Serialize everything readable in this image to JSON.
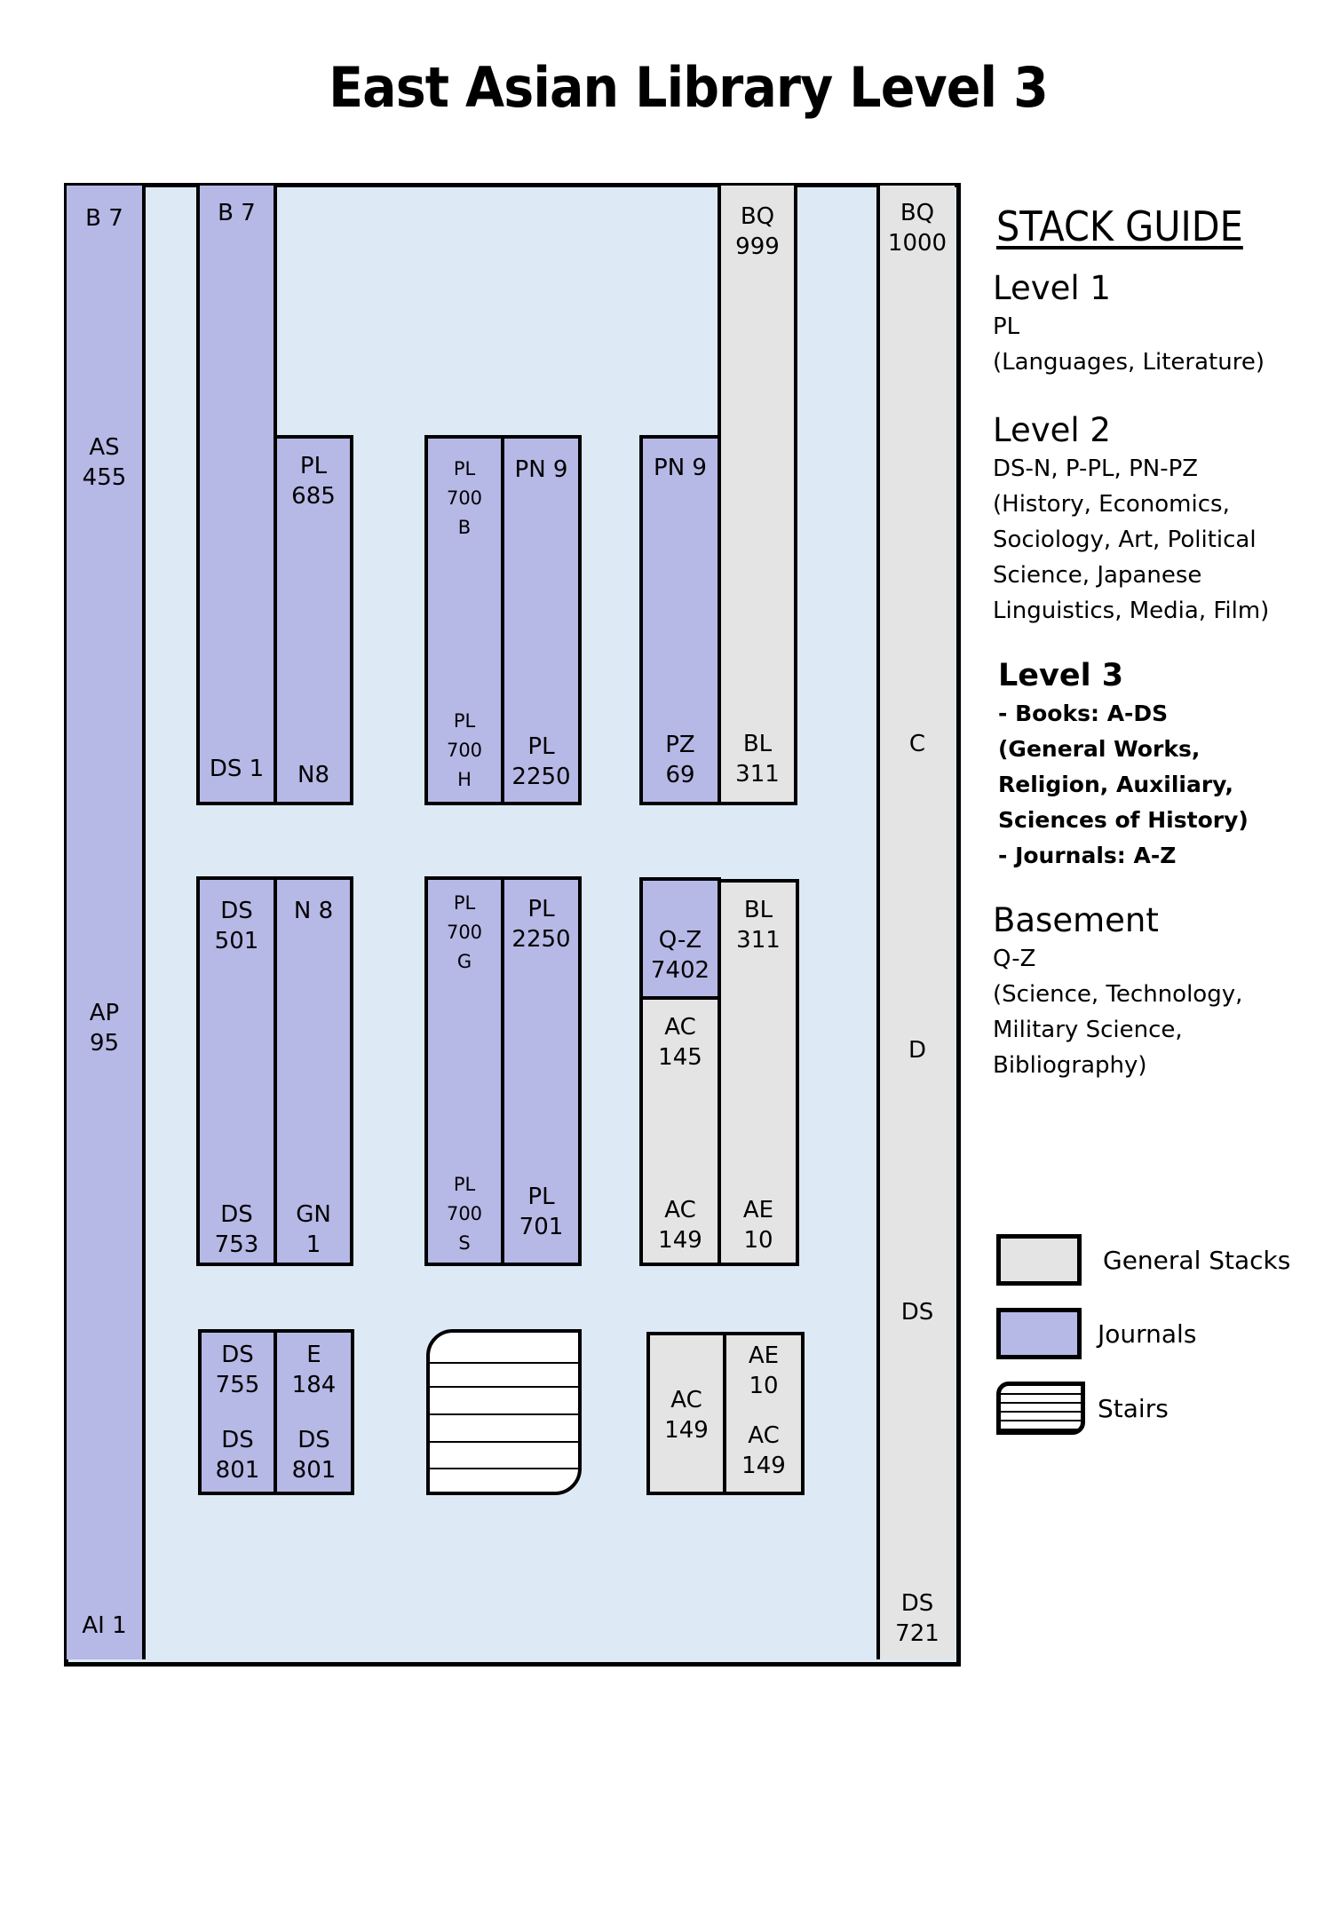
{
  "title": "East Asian Library Level 3",
  "colors": {
    "journals": "#b6b8e6",
    "general_stacks": "#e4e4e4",
    "floor": "#ddeaf6",
    "stairs": "#ffffff"
  },
  "map": {
    "left_wall": {
      "type": "journals",
      "top": "B 7",
      "mid1": "AS\n455",
      "mid2": "AP\n95",
      "bottom": "AI 1"
    },
    "right_wall": {
      "type": "general_stacks",
      "top": "BQ\n1000",
      "mid1": "C",
      "mid2": "D",
      "mid3": "DS",
      "bottom": "DS\n721"
    },
    "row1": {
      "b7_column": {
        "type": "journals",
        "top": "B 7",
        "bottom": "DS 1"
      },
      "pl685": {
        "type": "journals",
        "top": "PL\n685",
        "bottom": "N8"
      },
      "pl700b": {
        "type": "journals",
        "top": "PL\n700\nB",
        "bottom": "PL\n700\nH"
      },
      "pn9_a": {
        "type": "journals",
        "top": "PN 9",
        "bottom": "PL\n2250"
      },
      "pn9_b": {
        "type": "journals",
        "top": "PN 9",
        "bottom": "PZ\n69"
      },
      "bq999": {
        "type": "general_stacks",
        "top": "BQ\n999",
        "bottom": "BL\n311"
      }
    },
    "row2": {
      "ds501": {
        "type": "journals",
        "top": "DS\n501",
        "bottom": "DS\n753"
      },
      "n8": {
        "type": "journals",
        "top": "N 8",
        "bottom": "GN\n1"
      },
      "pl700g": {
        "type": "journals",
        "top": "PL\n700\nG",
        "bottom": "PL\n700\nS"
      },
      "pl2250": {
        "type": "journals",
        "top": "PL\n2250",
        "bottom": "PL\n701"
      },
      "qz": {
        "type": "journals",
        "label": "Q-Z\n7402"
      },
      "ac145": {
        "type": "general_stacks",
        "top": "AC\n145",
        "bottom": "AC\n149"
      },
      "bl311": {
        "type": "general_stacks",
        "top": "BL\n311",
        "bottom": "AE\n10"
      }
    },
    "row3": {
      "ds755": {
        "type": "journals",
        "top": "DS\n755",
        "bottom": "DS\n801"
      },
      "e184": {
        "type": "journals",
        "top": "E\n184",
        "bottom": "DS\n801"
      },
      "stairs": {
        "type": "stairs"
      },
      "ac149": {
        "type": "general_stacks",
        "label": "AC\n149"
      },
      "ae10": {
        "type": "general_stacks",
        "top": "AE\n10",
        "bottom": "AC\n149"
      }
    }
  },
  "guide": {
    "title": "STACK GUIDE",
    "levels": [
      {
        "name": "Level 1",
        "text": "PL\n(Languages, Literature)"
      },
      {
        "name": "Level 2",
        "text": "DS-N, P-PL, PN-PZ\n(History, Economics,\nSociology, Art, Political\nScience, Japanese\nLinguistics, Media, Film)"
      },
      {
        "name": "Level 3",
        "text": "- Books: A-DS\n(General Works,\nReligion, Auxiliary,\nSciences of History)\n- Journals: A-Z"
      },
      {
        "name": "Basement",
        "text": "Q-Z\n(Science, Technology,\nMilitary Science,\nBibliography)"
      }
    ]
  },
  "legend": [
    {
      "label": "General Stacks",
      "icon": "general-stacks-swatch"
    },
    {
      "label": "Journals",
      "icon": "journals-swatch"
    },
    {
      "label": "Stairs",
      "icon": "stairs-swatch"
    }
  ]
}
